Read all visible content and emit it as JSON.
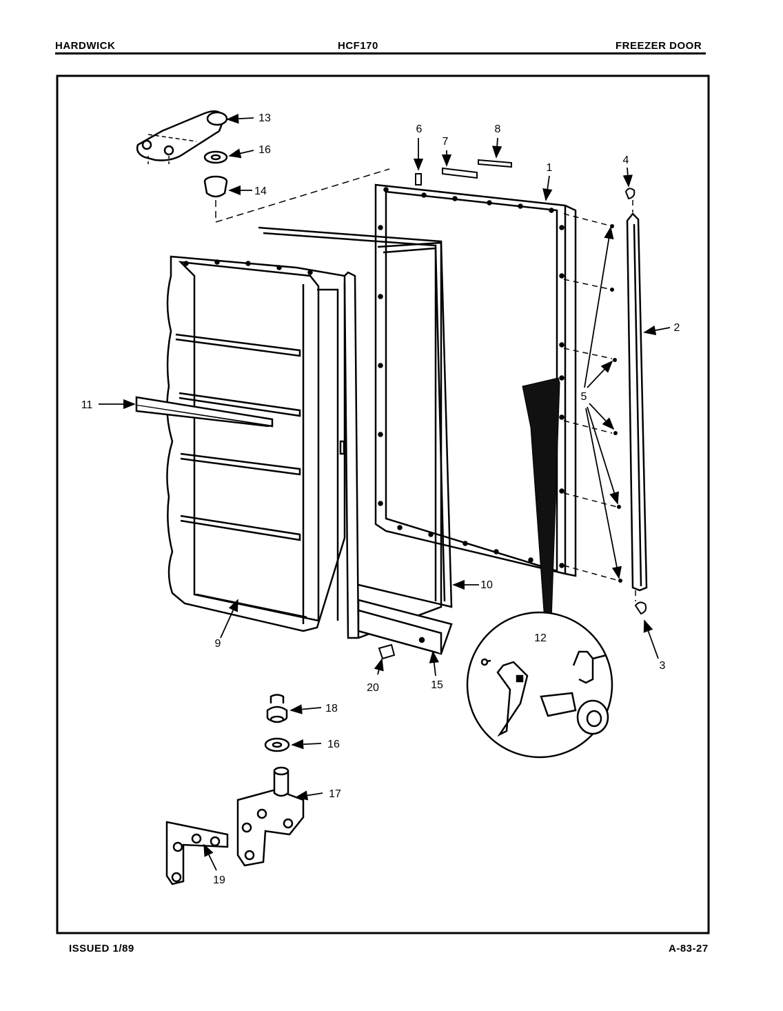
{
  "header": {
    "left": "HARDWICK",
    "center": "HCF170",
    "right": "FREEZER DOOR"
  },
  "footer": {
    "left": "ISSUED 1/89",
    "right": "A-83-27"
  },
  "callouts": [
    {
      "id": "c1",
      "label": "1"
    },
    {
      "id": "c2",
      "label": "2"
    },
    {
      "id": "c3",
      "label": "3"
    },
    {
      "id": "c4",
      "label": "4"
    },
    {
      "id": "c5",
      "label": "5"
    },
    {
      "id": "c6",
      "label": "6"
    },
    {
      "id": "c7",
      "label": "7"
    },
    {
      "id": "c8",
      "label": "8"
    },
    {
      "id": "c9",
      "label": "9"
    },
    {
      "id": "c10",
      "label": "10"
    },
    {
      "id": "c11",
      "label": "11"
    },
    {
      "id": "c12",
      "label": "12"
    },
    {
      "id": "c13",
      "label": "13"
    },
    {
      "id": "c14",
      "label": "14"
    },
    {
      "id": "c15",
      "label": "15"
    },
    {
      "id": "c16a",
      "label": "16"
    },
    {
      "id": "c16b",
      "label": "16"
    },
    {
      "id": "c17",
      "label": "17"
    },
    {
      "id": "c18",
      "label": "18"
    },
    {
      "id": "c19",
      "label": "19"
    },
    {
      "id": "c20",
      "label": "20"
    }
  ]
}
